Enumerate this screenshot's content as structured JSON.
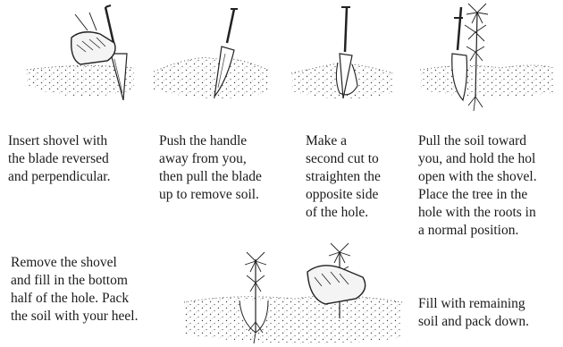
{
  "steps": [
    {
      "lines": [
        "Insert shovel with",
        "the blade reversed",
        "and perpendicular."
      ]
    },
    {
      "lines": [
        "Push the handle",
        "away from you,",
        "then pull the blade",
        "up to remove soil."
      ]
    },
    {
      "lines": [
        "Make a",
        "second cut to",
        "straighten the",
        "opposite side",
        "of the hole."
      ]
    },
    {
      "lines": [
        "Pull the soil toward",
        "you, and hold the hol",
        "open with the shovel.",
        "Place the tree in the",
        "hole with the roots in",
        "a normal position."
      ]
    },
    {
      "lines": [
        "Remove the shovel",
        "and fill in the bottom",
        "half of the hole. Pack",
        "the soil with your heel."
      ]
    },
    {
      "lines": [
        "Fill with remaining",
        "soil and pack down."
      ]
    }
  ]
}
